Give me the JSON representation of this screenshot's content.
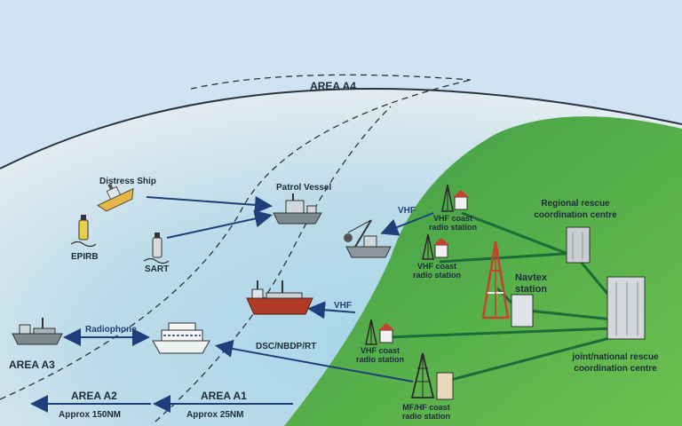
{
  "areas": {
    "a4": "AREA A4",
    "a3": "AREA A3",
    "a2": "AREA A2",
    "a1": "AREA A1",
    "a2_range": "Approx 150NM",
    "a1_range": "Approx 25NM"
  },
  "vessels": {
    "distress_ship": "Distress Ship",
    "patrol_vessel": "Patrol Vessel",
    "epirb": "EPIRB",
    "sart": "SART"
  },
  "links": {
    "vhf_top": "VHF",
    "vhf_mid": "VHF",
    "radiophone": "Radiophone",
    "dsc": "DSC/NBDP/RT"
  },
  "stations": {
    "vhf1": [
      "VHF coast",
      "radio station"
    ],
    "vhf2": [
      "VHF coast",
      "radio station"
    ],
    "vhf3": [
      "VHF coast",
      "radio station"
    ],
    "mfhf": [
      "MF/HF coast",
      "radio station"
    ],
    "navtex": [
      "Navtex",
      "station"
    ],
    "regional": [
      "Regional rescue",
      "coordination centre"
    ],
    "national": [
      "joint/national rescue",
      "coordination centre"
    ]
  },
  "colors": {
    "sky": "#cfe3f2",
    "sea_outer": "#dbe8ef",
    "sea_inner": "#9fcfe6",
    "land": "#4fae48",
    "land_dark": "#2f8a3a",
    "arrow": "#1f3f7a",
    "link_green": "#1e6b3a"
  }
}
